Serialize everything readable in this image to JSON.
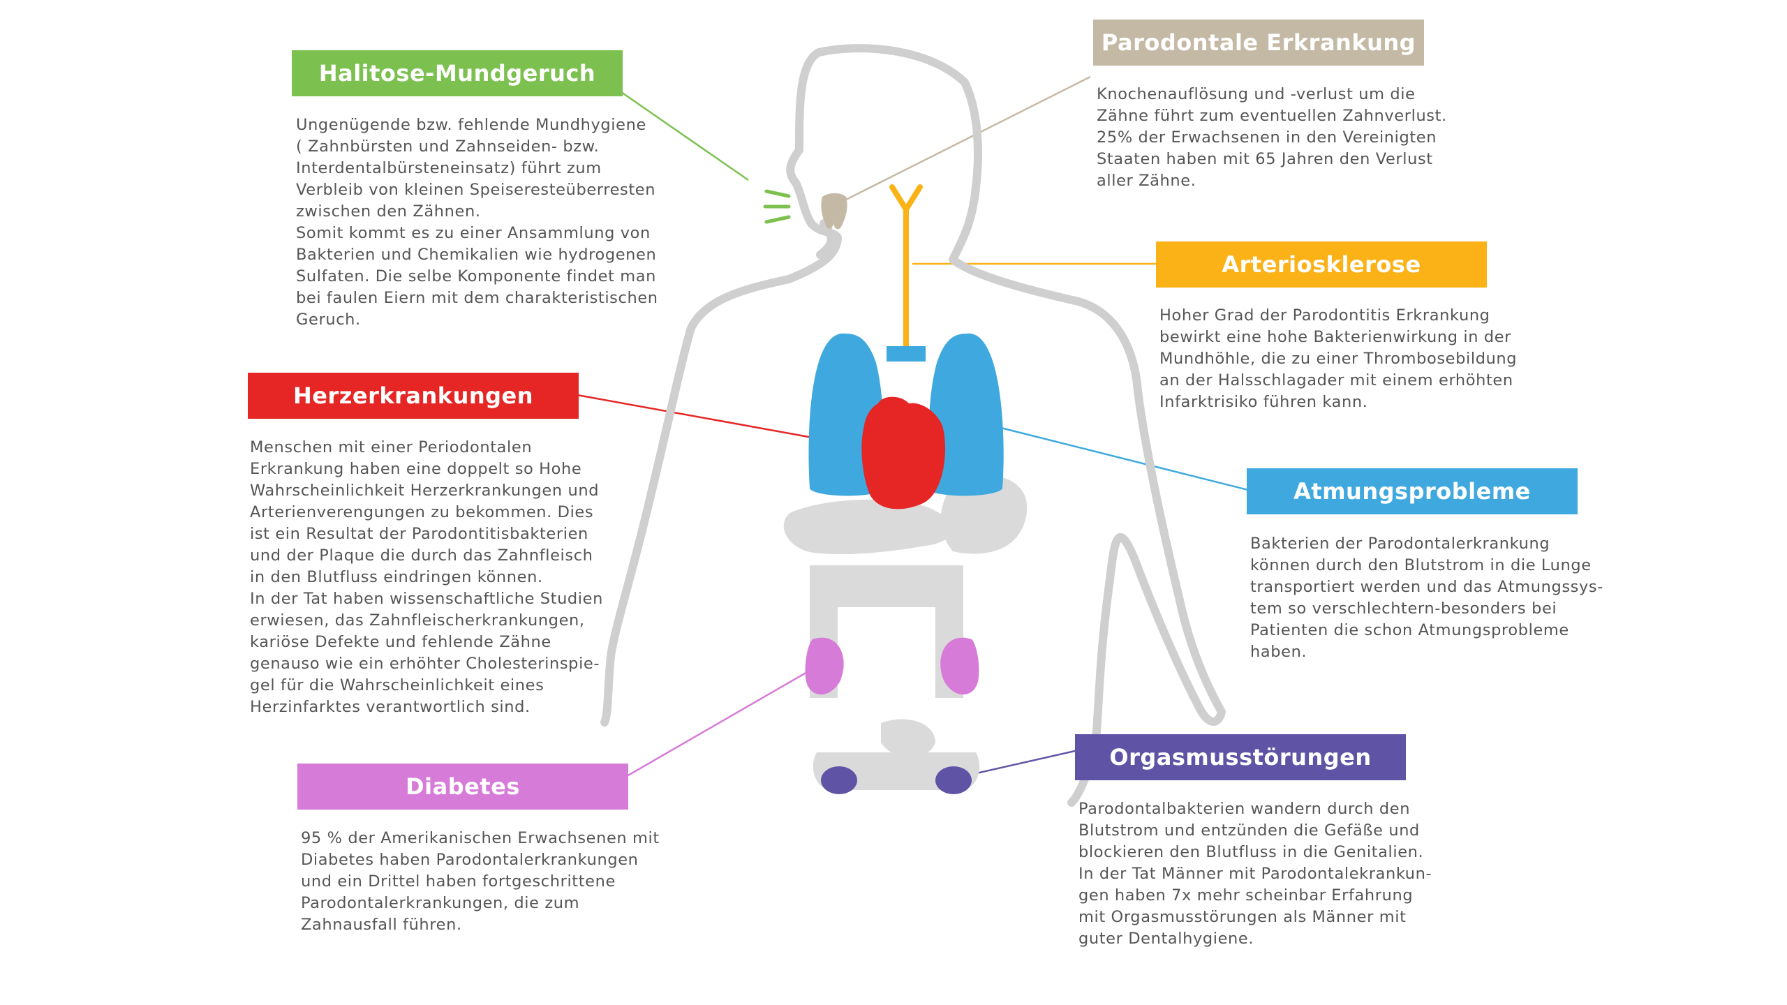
{
  "colors": {
    "silhouette": "#cfcfcf",
    "organs": "#dadada",
    "lungs": "#3fa9df",
    "heart": "#e52624",
    "kidneys": "#d77bd9",
    "tooth": "#c4b9a4",
    "artery": "#fbb216"
  },
  "sections": [
    {
      "id": "halitose",
      "title": "Halitose-Mundgeruch",
      "color": "#7cc14f",
      "text": "Ungenügende bzw. fehlende Mundhygiene\n( Zahnbürsten und Zahnseiden- bzw.\nInterdentalbürsteneinsatz) führt  zum\nVerbleib von kleinen Speiseresteüberresten\nzwischen den Zähnen.\nSomit kommt es zu einer Ansammlung von\nBakterien und Chemikalien wie hydrogenen\nSulfaten. Die selbe Komponente findet man\nbei faulen Eiern mit dem charakteristischen\nGeruch."
    },
    {
      "id": "parodontale",
      "title": "Parodontale Erkrankung",
      "color": "#c4b9a4",
      "text": "Knochenauflösung und -verlust um die\nZähne führt zum eventuellen Zahnverlust.\n25% der Erwachsenen in den Vereinigten\nStaaten haben mit 65 Jahren den Verlust\naller Zähne."
    },
    {
      "id": "arteriosklerose",
      "title": "Arteriosklerose",
      "color": "#fbb216",
      "text": "Hoher Grad der Parodontitis Erkrankung\nbewirkt eine hohe Bakterienwirkung in der\nMundhöhle, die zu einer Thrombosebildung\nan der Halsschlagader mit einem erhöhten\nInfarktrisiko führen kann."
    },
    {
      "id": "herz",
      "title": "Herzerkrankungen",
      "color": "#e52624",
      "text": "Menschen mit einer Periodontalen\nErkrankung haben eine doppelt so Hohe\nWahrscheinlichkeit Herzerkrankungen und\nArterienverengungen zu bekommen. Dies\nist ein Resultat der Parodontitisbakterien\nund der  Plaque die durch das Zahnfleisch\nin den Blutfluss eindringen können.\nIn der Tat haben wissenschaftliche Studien\nerwiesen, das Zahnfleischerkrankungen,\nkariöse Defekte und fehlende Zähne\ngenauso wie ein erhöhter Cholesterinspie-\ngel für die Wahrscheinlichkeit eines\nHerzinfarktes verantwortlich sind."
    },
    {
      "id": "atmung",
      "title": "Atmungsprobleme",
      "color": "#3fa9df",
      "text": "Bakterien der Parodontalerkrankung\nkönnen durch den Blutstrom in die  Lunge\ntransportiert werden und das Atmungssys-\ntem so verschlechtern-besonders bei\nPatienten die schon Atmungsprobleme\nhaben."
    },
    {
      "id": "diabetes",
      "title": "Diabetes",
      "color": "#d77bd9",
      "text": "95 % der Amerikanischen Erwachsenen mit\nDiabetes haben    Parodontalerkrankungen\nund ein Drittel haben fortgeschrittene\nParodontalerkrankungen, die zum\nZahnausfall führen."
    },
    {
      "id": "orgasmus",
      "title": "Orgasmusstörungen",
      "color": "#5f53a5",
      "text": "Parodontalbakterien wandern durch den\nBlutstrom und entzünden die Gefäße und\nblockieren den Blutfluss in die Genitalien.\nIn der Tat Männer mit Parodontalekrankun-\ngen haben 7x mehr scheinbar Erfahrung\nmit Orgasmusstörungen als Männer mit\nguter Dentalhygiene."
    }
  ]
}
